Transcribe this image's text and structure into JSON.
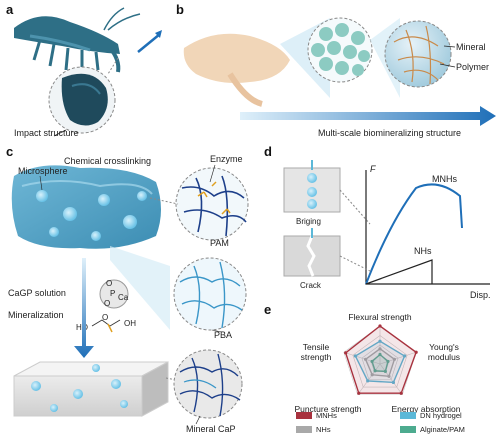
{
  "panels": {
    "a": "a",
    "b": "b",
    "c": "c",
    "d": "d",
    "e": "e"
  },
  "panel_a": {
    "impact_label": "Impact structure"
  },
  "panel_b": {
    "mineral_label": "Mineral",
    "polymer_label": "Polymer",
    "caption": "Multi-scale biomineralizing structure"
  },
  "panel_c": {
    "microsphere": "Microsphere",
    "crosslinking": "Chemical crosslinking",
    "enzyme": "Enzyme",
    "pam": "PAM",
    "pba": "PBA",
    "solution": "CaGP solution",
    "mineralization": "Mineralization",
    "mineral_cap": "Mineral CaP",
    "molecule": {
      "o1": "O",
      "o2": "O",
      "p": "P",
      "ca": "Ca",
      "ho": "HO",
      "oh": "OH",
      "o3": "O"
    }
  },
  "panel_d": {
    "y_axis": "F",
    "x_axis": "Disp.",
    "bridging": "Briging",
    "crack": "Crack",
    "mnhs": "MNHs",
    "nhs": "NHs"
  },
  "chart_data": {
    "type": "radar",
    "axes": [
      "Flexural strength",
      "Young's modulus",
      "Energy absorption",
      "Puncture strength",
      "Tensile strength"
    ],
    "axis_label_lines": {
      "flexural": [
        "Flexural strength"
      ],
      "young": [
        "Young's",
        "modulus"
      ],
      "energy": [
        "Energy absorption"
      ],
      "puncture": [
        "Puncture strength"
      ],
      "tensile": [
        "Tensile",
        "strength"
      ]
    },
    "series": [
      {
        "name": "MNHs",
        "color": "#a8323e",
        "values": [
          1.0,
          1.0,
          0.95,
          0.95,
          0.95
        ]
      },
      {
        "name": "DN hydrogel",
        "color": "#5bb8d8",
        "values": [
          0.6,
          0.68,
          0.6,
          0.55,
          0.68
        ]
      },
      {
        "name": "NHs",
        "color": "#a9a9a9",
        "values": [
          0.4,
          0.4,
          0.4,
          0.35,
          0.4
        ]
      },
      {
        "name": "Alginate/PAM",
        "color": "#4dab8f",
        "values": [
          0.25,
          0.22,
          0.24,
          0.22,
          0.22
        ]
      }
    ]
  },
  "colors": {
    "teal": "#2e6f86",
    "accent_blue": "#1f6fb8",
    "crimson": "#a8323e",
    "light_blue": "#bfe3f3"
  }
}
